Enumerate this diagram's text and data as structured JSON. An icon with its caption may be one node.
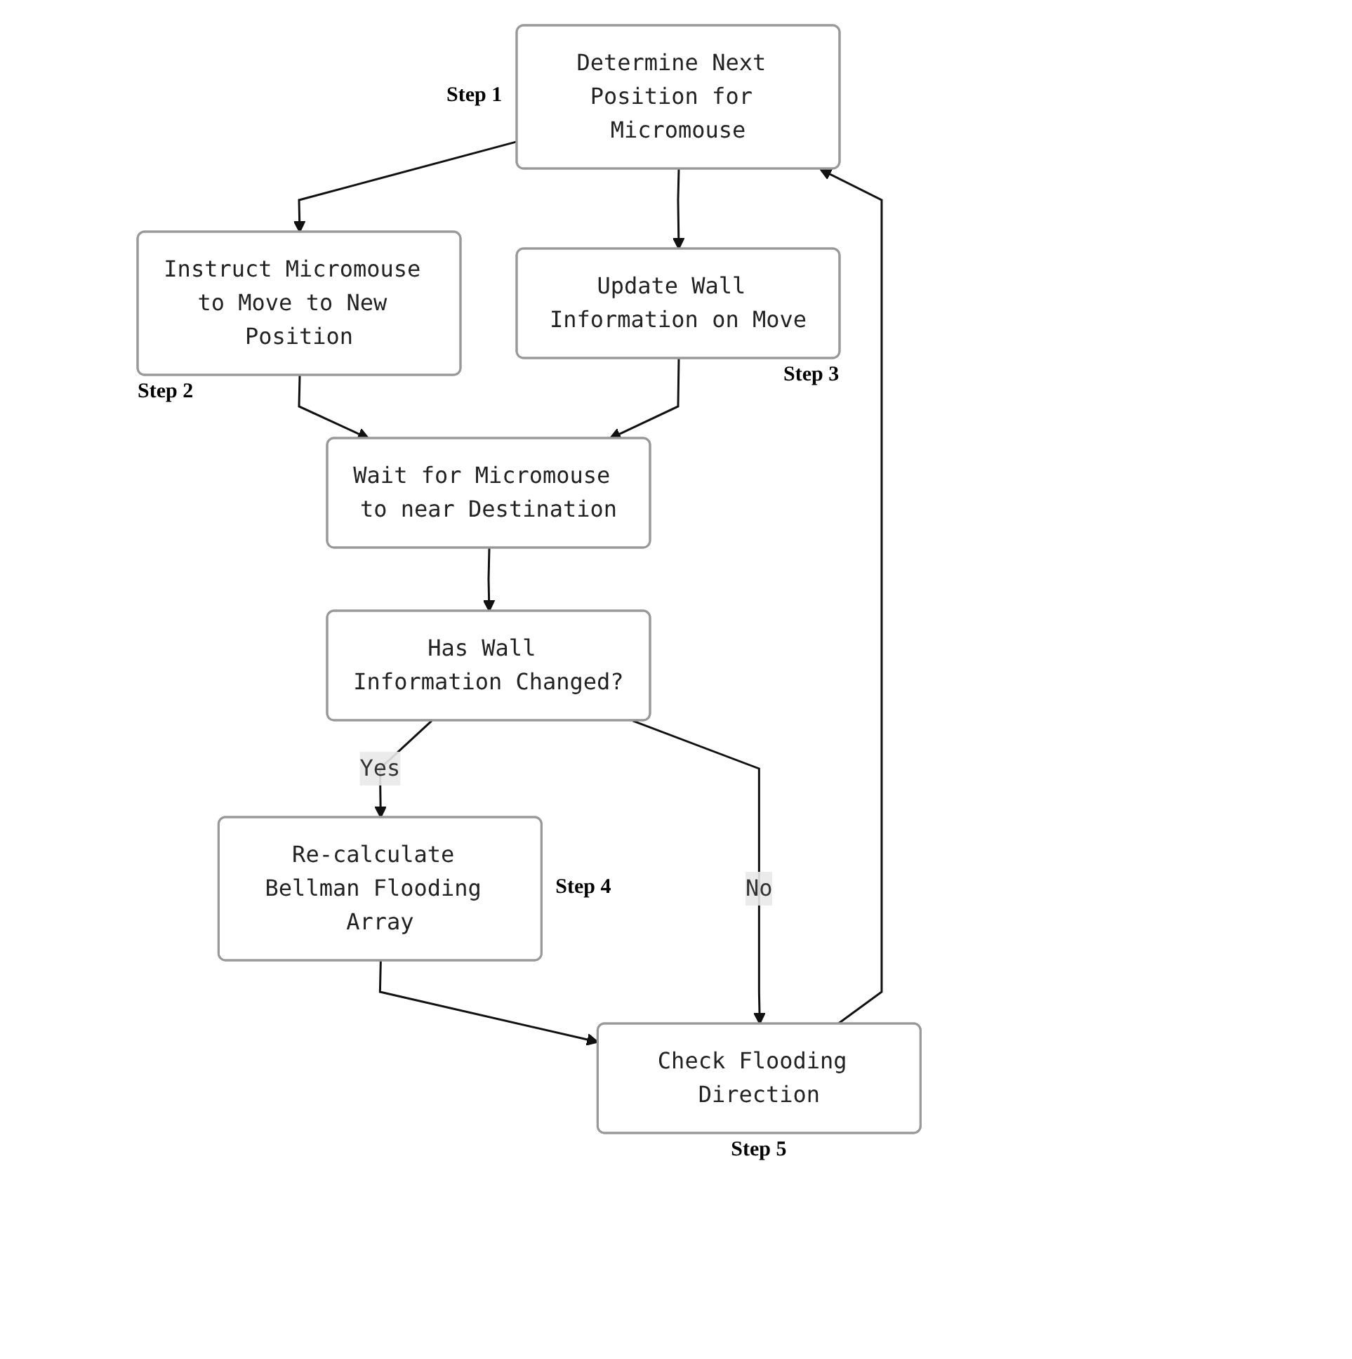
{
  "diagram": {
    "nodes": [
      {
        "text": [
          "Determine Next Position for Micromouse"
        ],
        "beside": [
          "Step 1"
        ]
      },
      {
        "text": [
          "Instruct Micromouse to Move to New Position"
        ],
        "beside": [
          "Step 2"
        ]
      },
      {
        "text": [
          "Update Wall Information on Move"
        ],
        "beside": [
          "Step 3"
        ]
      },
      {
        "text": [
          "Wait for Micromouse to near Destination"
        ]
      },
      {
        "text": [
          "Has Wall Information Changed?"
        ]
      },
      {
        "text": [
          "Re-calculate Bellman Flooding Array"
        ],
        "beside": [
          "Step 4"
        ]
      },
      {
        "text": [
          "Check Flooding Direction"
        ],
        "beside": [
          "Step 5"
        ]
      }
    ],
    "edges": [
      {
        "from": 0,
        "to": 1,
        "arrow": "to"
      },
      {
        "from": 0,
        "to": 2,
        "arrow": "to"
      },
      {
        "from": 1,
        "to": 3,
        "arrow": "to"
      },
      {
        "from": 2,
        "to": 3,
        "arrow": "to"
      },
      {
        "from": 3,
        "to": 4,
        "arrow": "to"
      },
      {
        "from": 4,
        "to": 5,
        "arrow": "to",
        "label": "Yes"
      },
      {
        "from": 5,
        "to": 6,
        "arrow": "to"
      },
      {
        "from": 4,
        "to": 6,
        "arrow": "to",
        "label": "No"
      },
      {
        "from": 6,
        "to": 0,
        "arrow": "to"
      }
    ]
  }
}
